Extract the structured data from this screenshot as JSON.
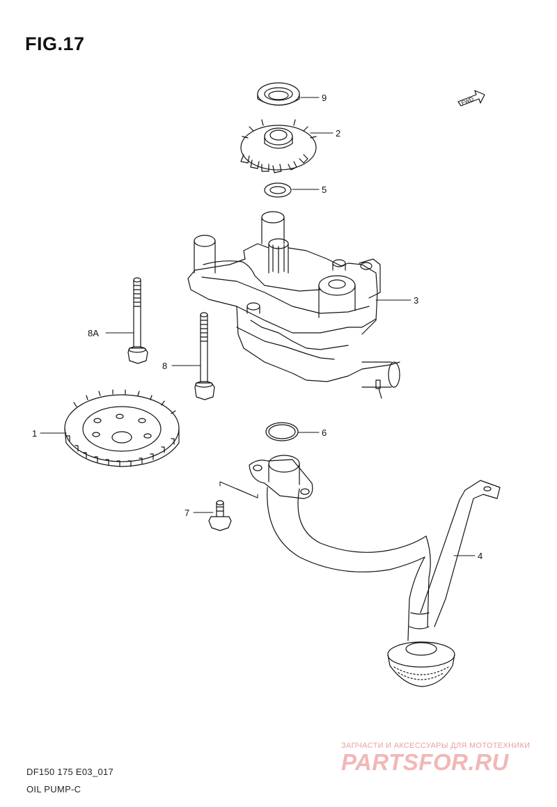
{
  "figure": {
    "title": "FIG.17"
  },
  "direction_tag": "FWD",
  "callouts": {
    "c1": "1",
    "c2": "2",
    "c3": "3",
    "c4": "4",
    "c5": "5",
    "c6": "6",
    "c7": "7",
    "c8": "8",
    "c8a": "8A",
    "c9": "9"
  },
  "footer": {
    "code": "DF150 175 E03_017",
    "name": "OIL PUMP-C"
  },
  "watermark": {
    "subtitle": "ЗАПЧАСТИ И АКСЕССУАРЫ ДЛЯ МОТОТЕХНИКИ",
    "logo": "PARTSFOR.RU"
  }
}
